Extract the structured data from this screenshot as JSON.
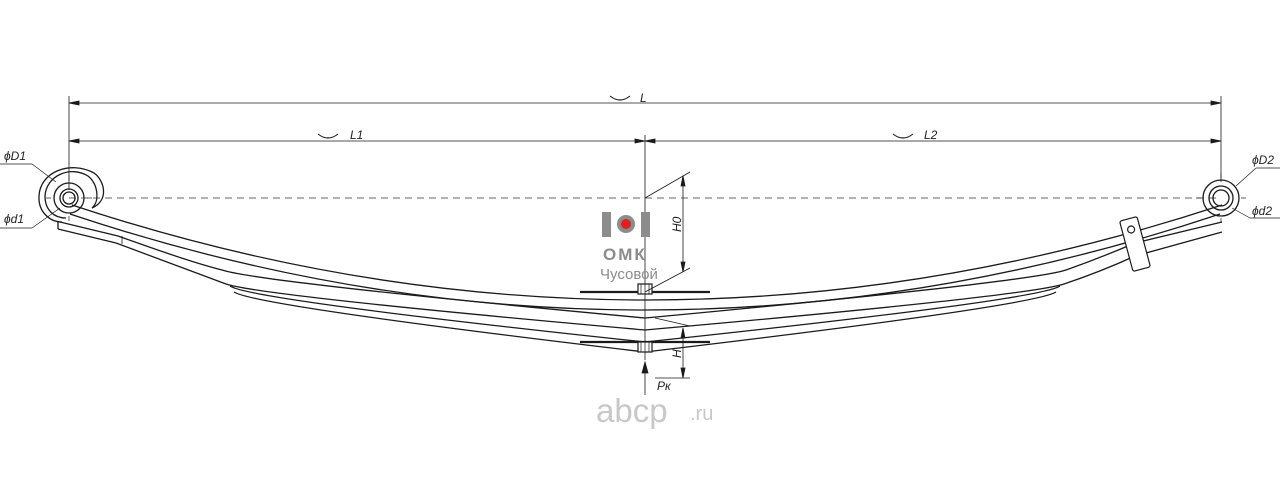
{
  "labels": {
    "L": "L",
    "L1": "L1",
    "L2": "L2",
    "D1": "ϕD1",
    "d1": "ϕd1",
    "D2": "ϕD2",
    "d2": "ϕd2",
    "H0": "H0",
    "H": "H",
    "Pk": "Pк"
  },
  "logo": {
    "brand": "ОМК",
    "city": "Чусовой"
  },
  "watermark": {
    "name": "abcp",
    "tld": ".ru"
  },
  "colors": {
    "line": "#1a1a1a",
    "logo_gray": "#8c8c8c",
    "logo_red": "#e02020",
    "watermark": "#c8c8c8"
  }
}
